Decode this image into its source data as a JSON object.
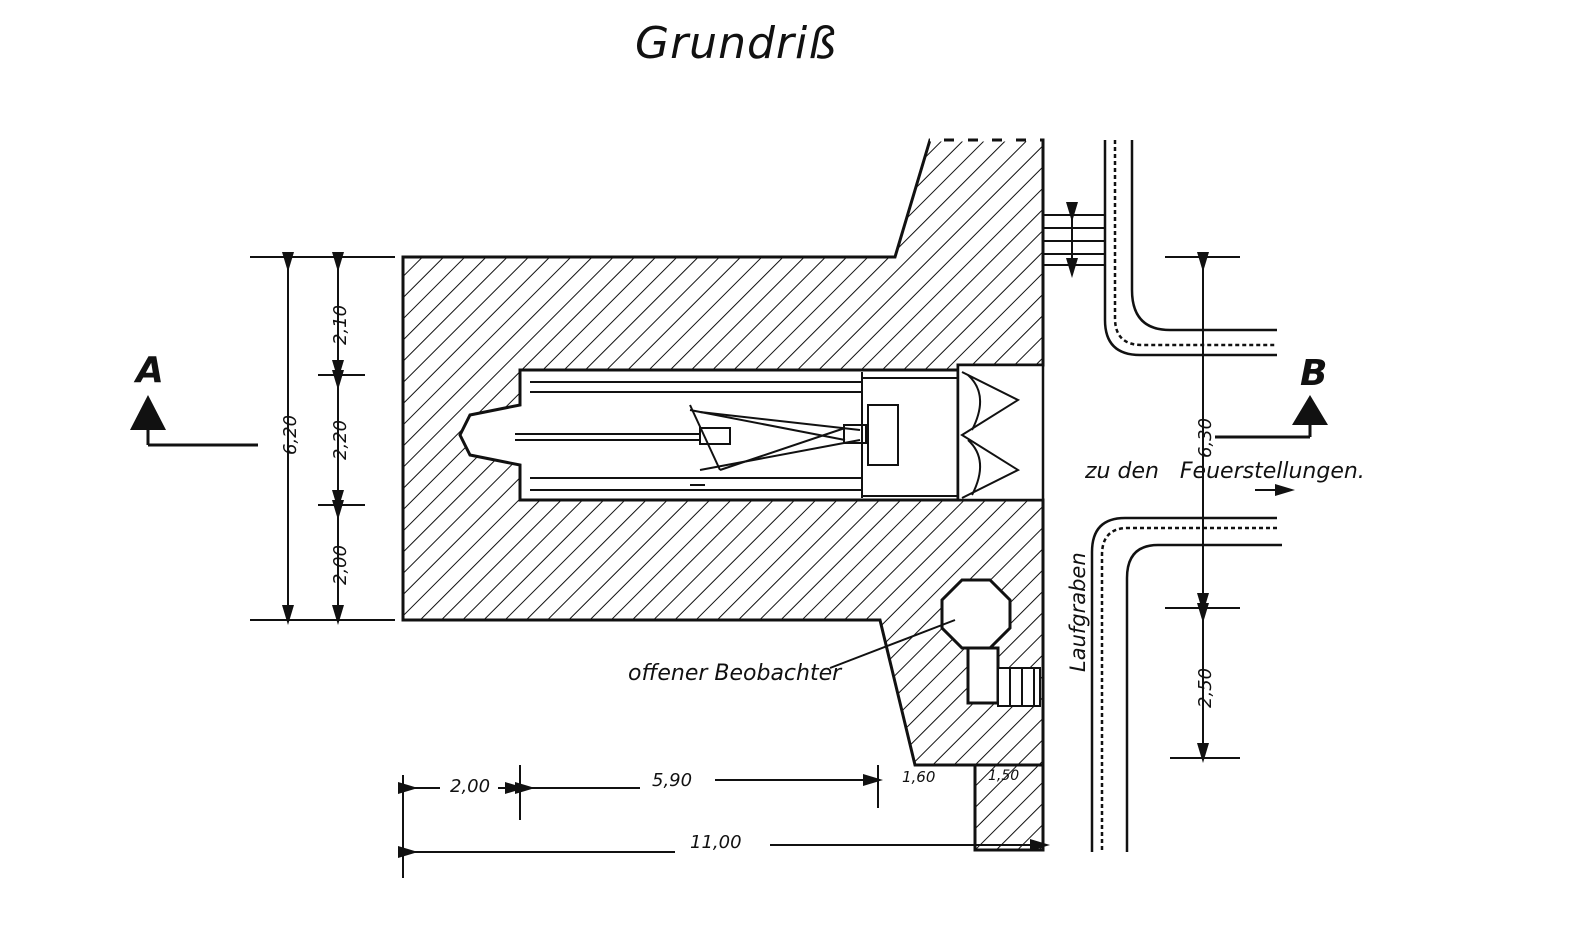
{
  "title": "Grundriß",
  "section_marks": {
    "a": "A",
    "b": "B"
  },
  "labels": {
    "feuerstellungen": "zu den   Feuerstellungen.",
    "laufgraben": "Laufgraben",
    "beobachter": "offener Beobachter"
  },
  "dimensions": {
    "total_height": "6,20",
    "upper_wall": "2,10",
    "middle": "2,20",
    "lower_wall": "2,00",
    "bottom_left": "2,00",
    "bottom_mid": "5,90",
    "bottom_right1": "1,60",
    "bottom_right2": "1,50",
    "total_length": "11,00",
    "trench_upper": "6,30",
    "trench_lower": "2,50"
  }
}
